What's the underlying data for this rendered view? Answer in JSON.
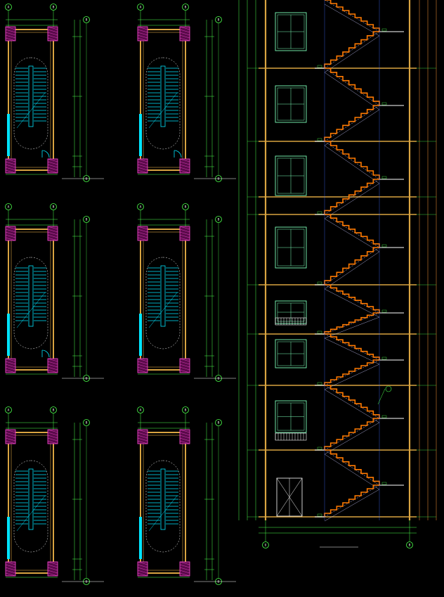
{
  "colors": {
    "background": "#000000",
    "wall": "#d9a441",
    "stair": "#00e5ff",
    "dimension": "#4cff4c",
    "window": "#7dffb8",
    "section_cut": "#ff7a00",
    "hatch": "#ff4bd8",
    "guide": "#c8c8ff"
  },
  "plans": [
    {
      "col": 0,
      "row": 0,
      "bubble_top_a": "A",
      "bubble_top_b": "B",
      "bubble_side_1": "B",
      "bubble_side_2": "U",
      "door": true
    },
    {
      "col": 1,
      "row": 0,
      "bubble_top_a": "A",
      "bubble_top_b": "B",
      "bubble_side_1": "B",
      "bubble_side_2": "U",
      "door": true
    },
    {
      "col": 0,
      "row": 1,
      "bubble_top_a": "A",
      "bubble_top_b": "B",
      "bubble_side_1": "B",
      "bubble_side_2": "U",
      "door": true
    },
    {
      "col": 1,
      "row": 1,
      "bubble_top_a": "A",
      "bubble_top_b": "B",
      "bubble_side_1": "B",
      "bubble_side_2": "U",
      "door": false
    },
    {
      "col": 0,
      "row": 2,
      "bubble_top_a": "A",
      "bubble_top_b": "B",
      "bubble_side_1": "B",
      "bubble_side_2": "U",
      "door": false
    },
    {
      "col": 1,
      "row": 2,
      "bubble_top_a": "A",
      "bubble_top_b": "B",
      "bubble_side_1": "B",
      "bubble_side_2": "U",
      "door": false
    }
  ],
  "section": {
    "bubble_left": "U",
    "bubble_right": "B",
    "floors": 8
  }
}
